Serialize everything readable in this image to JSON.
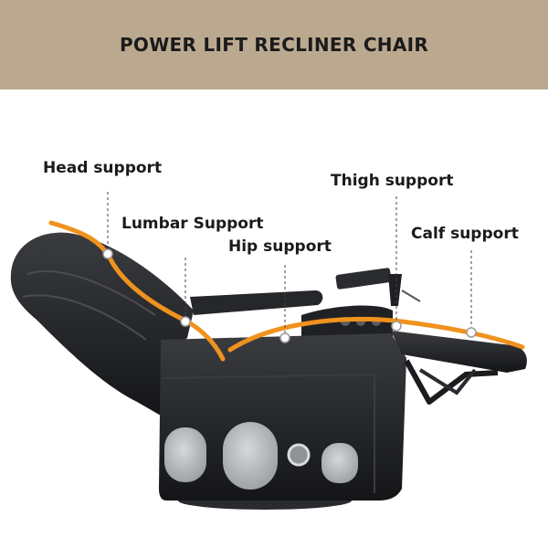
{
  "banner": {
    "title": "POWER LIFT RECLINER CHAIR",
    "background_color": "#bba98f"
  },
  "callouts": {
    "head": "Head support",
    "lumbar": "Lumbar Support",
    "hip": "Hip support",
    "thigh": "Thigh support",
    "calf": "Calf support"
  },
  "colors": {
    "support_curve": "#f0921e",
    "upholstery": "#1c1d20",
    "speaker": "#b8babd"
  }
}
